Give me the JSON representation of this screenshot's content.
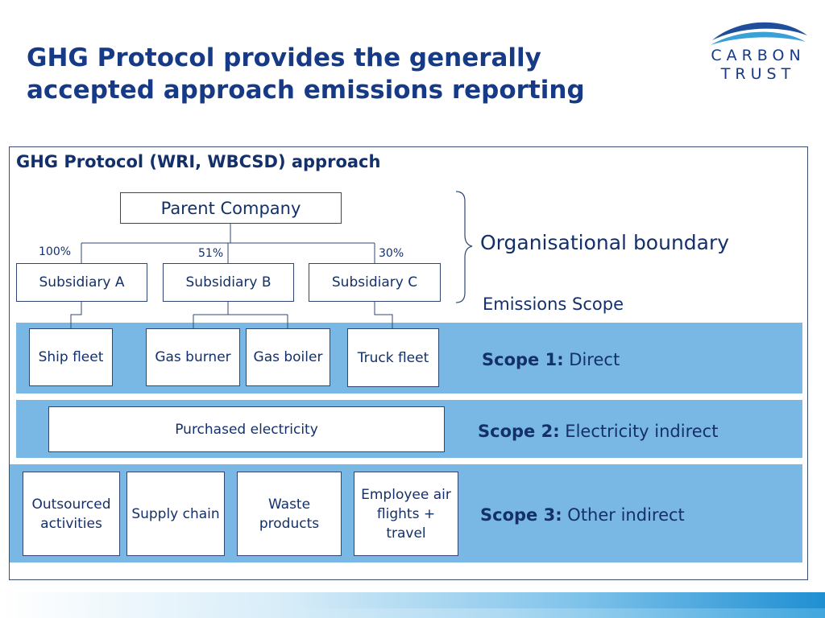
{
  "title": "GHG Protocol provides the generally accepted approach emissions reporting",
  "logo": {
    "line1": "CARBON",
    "line2": "TRUST"
  },
  "diagram": {
    "subtitle": "GHG Protocol (WRI, WBCSD) approach",
    "parent": "Parent Company",
    "subsidiaries": [
      {
        "name": "Subsidiary A",
        "ownership": "100%"
      },
      {
        "name": "Subsidiary B",
        "ownership": "51%"
      },
      {
        "name": "Subsidiary C",
        "ownership": "30%"
      }
    ],
    "organisational_boundary": "Organisational boundary",
    "emissions_scope": "Emissions Scope",
    "scope1": {
      "label": "Scope 1:",
      "desc": "Direct",
      "sources": [
        "Ship fleet",
        "Gas burner",
        "Gas boiler",
        "Truck fleet"
      ]
    },
    "scope2": {
      "label": "Scope 2:",
      "desc": "Electricity indirect",
      "sources": [
        "Purchased electricity"
      ]
    },
    "scope3": {
      "label": "Scope 3:",
      "desc": "Other indirect",
      "sources": [
        "Outsourced activities",
        "Supply chain",
        "Waste products",
        "Employee air flights + travel"
      ]
    }
  },
  "colors": {
    "title": "#163a86",
    "band": "#79b8e4",
    "text": "#13306b"
  }
}
